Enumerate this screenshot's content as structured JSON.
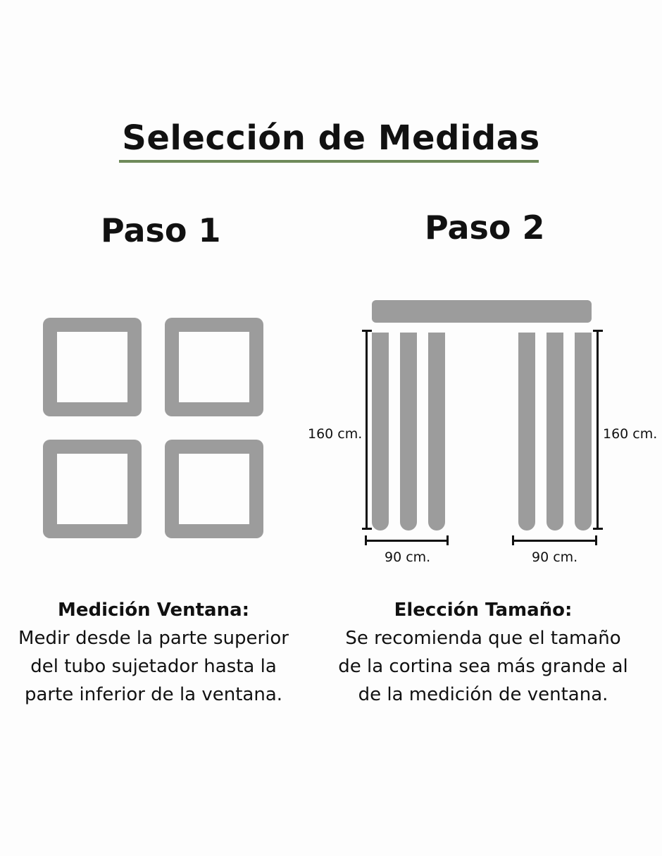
{
  "title": "Selección de Medidas",
  "accent_color": "#6e8a5a",
  "illustration_color": "#9c9c9c",
  "step1": {
    "title": "Paso 1",
    "heading": "Medición Ventana:",
    "body": "Medir desde la parte superior del tubo sujetador hasta la parte inferior de la ventana."
  },
  "step2": {
    "title": "Paso 2",
    "left_height_label": "160 cm.",
    "right_height_label": "160 cm.",
    "left_width_label": "90 cm.",
    "right_width_label": "90 cm.",
    "heading": "Elección Tamaño:",
    "body": "Se recomienda que el tamaño de la cortina sea más grande al de la medición de ventana."
  }
}
